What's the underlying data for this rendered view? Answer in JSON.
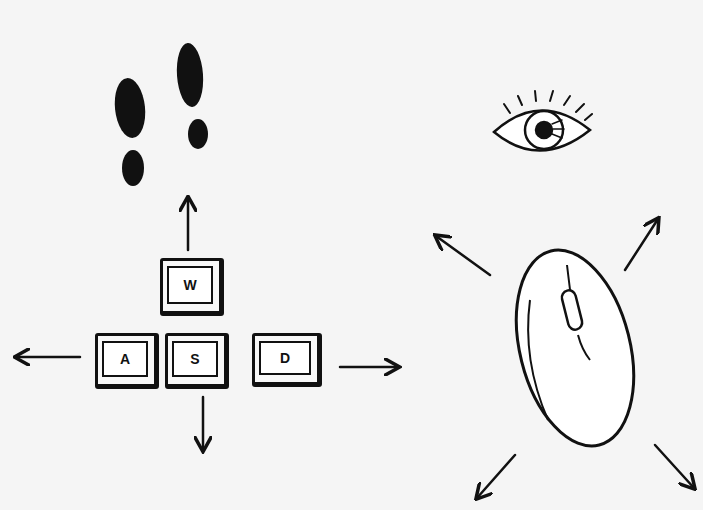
{
  "diagram": {
    "nodes": [
      {
        "text": [
          "W"
        ]
      },
      {
        "text": [
          "A"
        ]
      },
      {
        "text": [
          "S"
        ]
      },
      {
        "text": [
          "D"
        ]
      }
    ]
  }
}
